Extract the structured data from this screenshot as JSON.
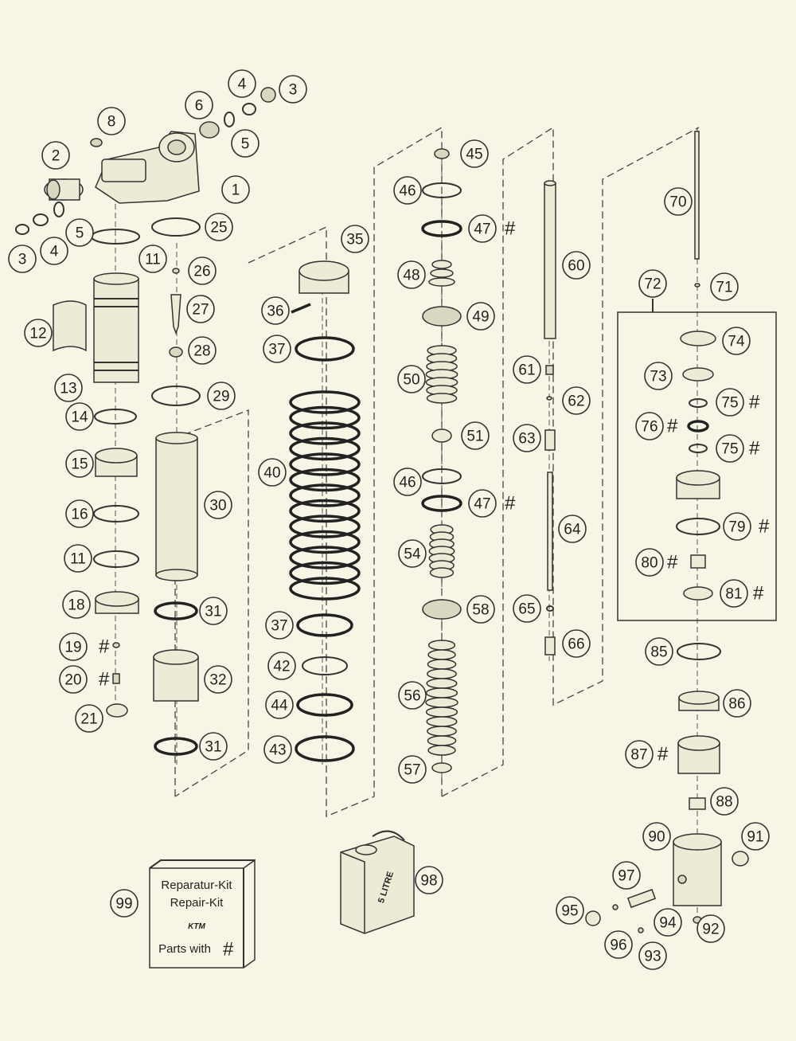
{
  "callouts": [
    {
      "n": "1"
    },
    {
      "n": "2"
    },
    {
      "n": "3"
    },
    {
      "n": "3"
    },
    {
      "n": "4"
    },
    {
      "n": "4"
    },
    {
      "n": "5"
    },
    {
      "n": "5"
    },
    {
      "n": "6"
    },
    {
      "n": "8"
    },
    {
      "n": "11"
    },
    {
      "n": "11"
    },
    {
      "n": "12"
    },
    {
      "n": "13"
    },
    {
      "n": "14"
    },
    {
      "n": "15"
    },
    {
      "n": "16"
    },
    {
      "n": "18"
    },
    {
      "n": "19"
    },
    {
      "n": "20"
    },
    {
      "n": "21"
    },
    {
      "n": "25"
    },
    {
      "n": "26"
    },
    {
      "n": "27"
    },
    {
      "n": "28"
    },
    {
      "n": "29"
    },
    {
      "n": "30"
    },
    {
      "n": "31"
    },
    {
      "n": "31"
    },
    {
      "n": "32"
    },
    {
      "n": "35"
    },
    {
      "n": "36"
    },
    {
      "n": "37"
    },
    {
      "n": "37"
    },
    {
      "n": "40"
    },
    {
      "n": "42"
    },
    {
      "n": "43"
    },
    {
      "n": "44"
    },
    {
      "n": "45"
    },
    {
      "n": "46"
    },
    {
      "n": "46"
    },
    {
      "n": "47"
    },
    {
      "n": "47"
    },
    {
      "n": "48"
    },
    {
      "n": "49"
    },
    {
      "n": "50"
    },
    {
      "n": "51"
    },
    {
      "n": "54"
    },
    {
      "n": "56"
    },
    {
      "n": "57"
    },
    {
      "n": "58"
    },
    {
      "n": "60"
    },
    {
      "n": "61"
    },
    {
      "n": "62"
    },
    {
      "n": "63"
    },
    {
      "n": "64"
    },
    {
      "n": "65"
    },
    {
      "n": "66"
    },
    {
      "n": "70"
    },
    {
      "n": "71"
    },
    {
      "n": "72"
    },
    {
      "n": "73"
    },
    {
      "n": "74"
    },
    {
      "n": "75"
    },
    {
      "n": "75"
    },
    {
      "n": "76"
    },
    {
      "n": "79"
    },
    {
      "n": "80"
    },
    {
      "n": "81"
    },
    {
      "n": "85"
    },
    {
      "n": "86"
    },
    {
      "n": "87"
    },
    {
      "n": "88"
    },
    {
      "n": "90"
    },
    {
      "n": "91"
    },
    {
      "n": "92"
    },
    {
      "n": "93"
    },
    {
      "n": "94"
    },
    {
      "n": "95"
    },
    {
      "n": "96"
    },
    {
      "n": "97"
    },
    {
      "n": "98"
    },
    {
      "n": "99"
    }
  ],
  "hash_symbol": "#",
  "kit": {
    "line1": "Reparatur-Kit",
    "line2": "Repair-Kit",
    "brand": "KTM",
    "line3": "Parts with",
    "hash": "#"
  },
  "oil_can": {
    "label": "5 LITRE"
  },
  "colors": {
    "background": "#f7f6e6",
    "ink": "#333333",
    "part_fill": "#ecebd6"
  }
}
